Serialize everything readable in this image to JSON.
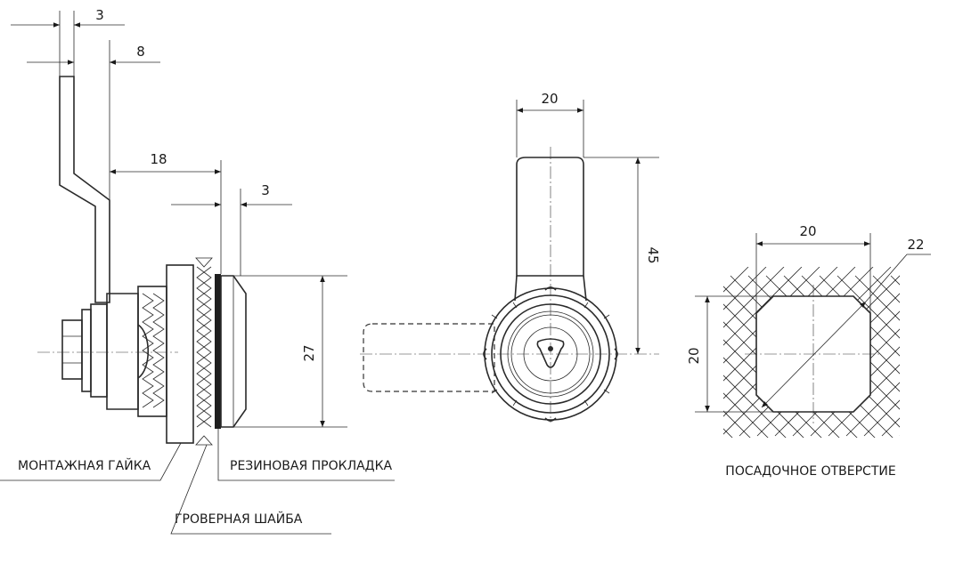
{
  "dimensions": {
    "arm_thickness": "3",
    "arm_offset": "8",
    "body_length": "18",
    "cap_thickness": "3",
    "cap_diameter": "27",
    "arm_width": "20",
    "arm_length": "45",
    "hole_width": "20",
    "hole_height": "20",
    "hole_diagonal": "22"
  },
  "labels": {
    "nut": "МОНТАЖНАЯ ГАЙКА",
    "gasket": "РЕЗИНОВАЯ ПРОКЛАДКА",
    "washer": "ГРОВЕРНАЯ ШАЙБА",
    "hole": "ПОСАДОЧНОЕ ОТВЕРСТИЕ"
  }
}
